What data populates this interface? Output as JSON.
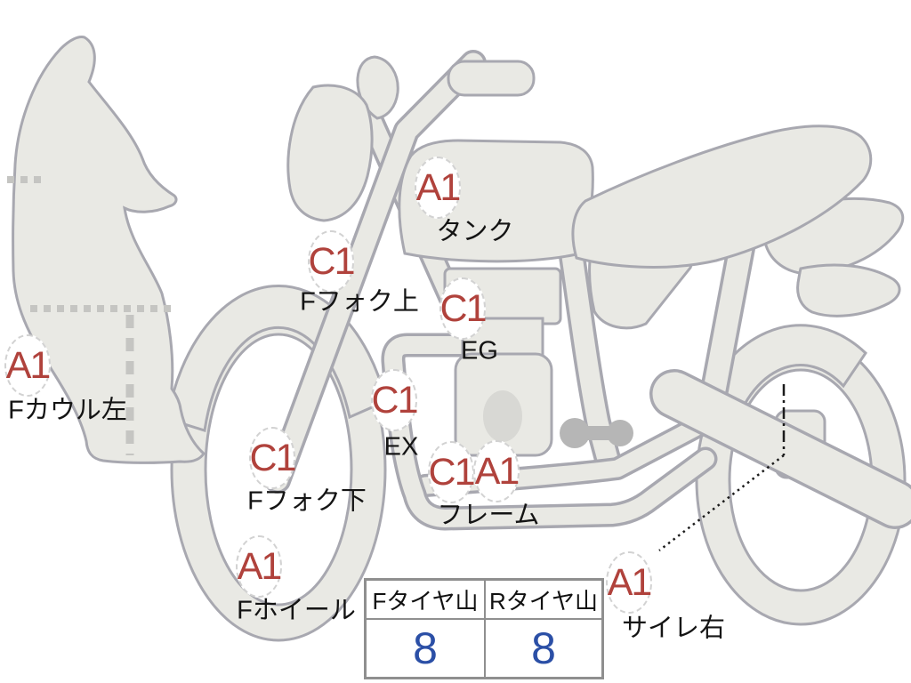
{
  "diagram": {
    "title": "motorcycle-condition-diagram",
    "labels": [
      {
        "id": "tank",
        "grade": "A1",
        "part": "タンク"
      },
      {
        "id": "f_fork_upper",
        "grade": "C1",
        "part": "Fフォク上"
      },
      {
        "id": "engine",
        "grade": "C1",
        "part": "EG"
      },
      {
        "id": "exhaust",
        "grade": "C1",
        "part": "EX"
      },
      {
        "id": "f_fork_lower",
        "grade": "C1",
        "part": "Fフォク下"
      },
      {
        "id": "frame",
        "grade": "C1",
        "grade2": "A1",
        "part": "フレーム"
      },
      {
        "id": "f_wheel",
        "grade": "A1",
        "part": "Fホイール"
      },
      {
        "id": "f_cowl_left",
        "grade": "A1",
        "part": "Fカウル左"
      },
      {
        "id": "silencer_right",
        "grade": "A1",
        "part": "サイレ右"
      }
    ],
    "tire_table": {
      "front": {
        "header": "Fタイヤ山",
        "value": "8"
      },
      "rear": {
        "header": "Rタイヤ山",
        "value": "8"
      }
    },
    "colors": {
      "grade_red": "#b0423c",
      "value_blue": "#2b4fa6",
      "body_fill": "#e9e9e4",
      "outline_gray": "#a8a8b0",
      "table_border": "#8f8f8f"
    }
  }
}
